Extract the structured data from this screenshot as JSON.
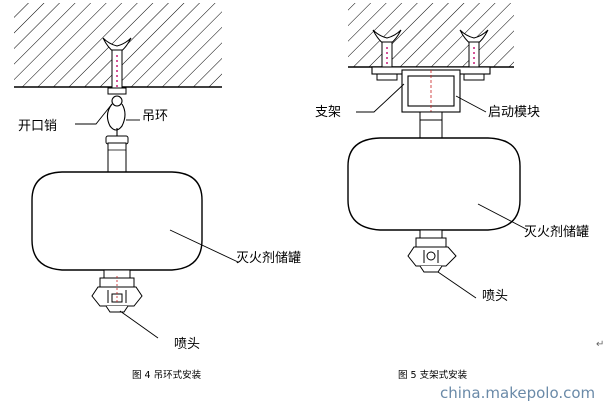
{
  "figure_left": {
    "labels": {
      "pin": "开口销",
      "ring": "吊环",
      "tank": "灭火剂储罐",
      "nozzle": "喷头"
    },
    "caption": "图 4 吊环式安装"
  },
  "figure_right": {
    "labels": {
      "bracket": "支架",
      "module": "启动模块",
      "tank": "灭火剂储罐",
      "nozzle": "喷头"
    },
    "caption": "图 5 支架式安装"
  },
  "watermark": "china.makepolo.com",
  "return_mark": "↵",
  "colors": {
    "line": "#000000",
    "bolt_dots": "#c81e78",
    "accent_dashed": "#c81e1e",
    "watermark": "#6a8aa8"
  }
}
